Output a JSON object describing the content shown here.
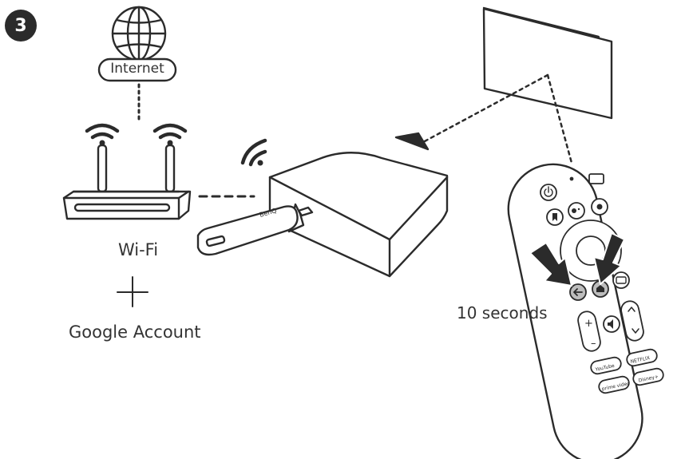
{
  "step": {
    "number": "3"
  },
  "internet": {
    "label": "Internet"
  },
  "router": {
    "label": "Wi-Fi"
  },
  "plus": {
    "symbol": "+"
  },
  "account": {
    "label": "Google Account"
  },
  "remote": {
    "instruction": "10 seconds",
    "keys": {
      "youtube": "YouTube",
      "netflix": "NETFLIX",
      "prime": "prime video",
      "disney": "Disney+"
    }
  },
  "colors": {
    "line": "#2b2b2b",
    "fill": "#ffffff",
    "badge": "#2b2b2b",
    "text": "#333333",
    "button_grey": "#bdbdbd"
  },
  "icons": [
    "globe-icon",
    "wifi-icon",
    "power-icon",
    "input-icon",
    "bookmark-icon",
    "assistant-icon",
    "settings-icon",
    "back-icon",
    "home-icon",
    "tv-icon",
    "mute-icon"
  ]
}
